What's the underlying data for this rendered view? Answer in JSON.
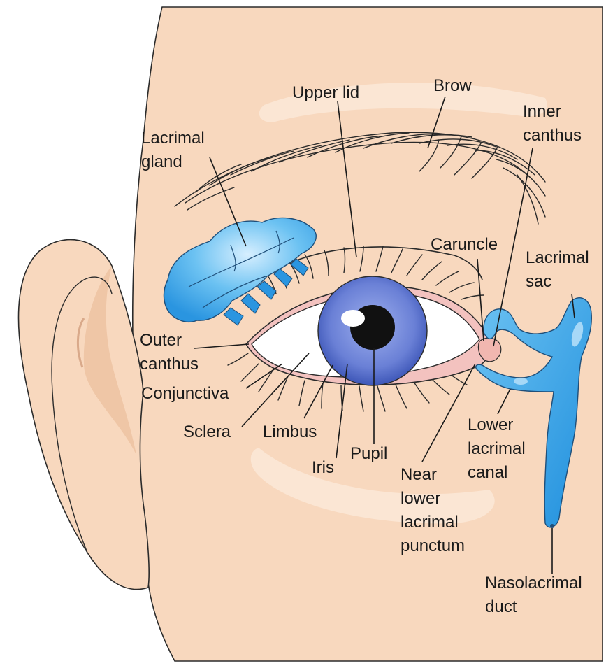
{
  "labels": {
    "upper_lid": "Upper lid",
    "brow": "Brow",
    "inner_canthus": [
      "Inner",
      "canthus"
    ],
    "lacrimal_gland": [
      "Lacrimal",
      "gland"
    ],
    "caruncle": "Caruncle",
    "lacrimal_sac": [
      "Lacrimal",
      "sac"
    ],
    "outer_canthus": [
      "Outer",
      "canthus"
    ],
    "conjunctiva": "Conjunctiva",
    "sclera": "Sclera",
    "limbus": "Limbus",
    "iris": "Iris",
    "pupil": "Pupil",
    "near_lower_lacrimal_punctum": [
      "Near",
      "lower",
      "lacrimal",
      "punctum"
    ],
    "lower_lacrimal_canal": [
      "Lower",
      "lacrimal",
      "canal"
    ],
    "nasolacrimal_duct": [
      "Nasolacrimal",
      "duct"
    ]
  },
  "colors": {
    "skin": "#f8d8be",
    "skin_shadow": "#efc6a6",
    "skin_highlight": "#fbe6d4",
    "tear_apparatus": "#3aa2e6",
    "tear_highlight": "#a6d8f7",
    "iris": "#5f78d0",
    "pupil": "#111111",
    "eyelid_rim": "#f3c2bf",
    "sclera": "#ffffff",
    "outline": "#2b2b2b"
  }
}
